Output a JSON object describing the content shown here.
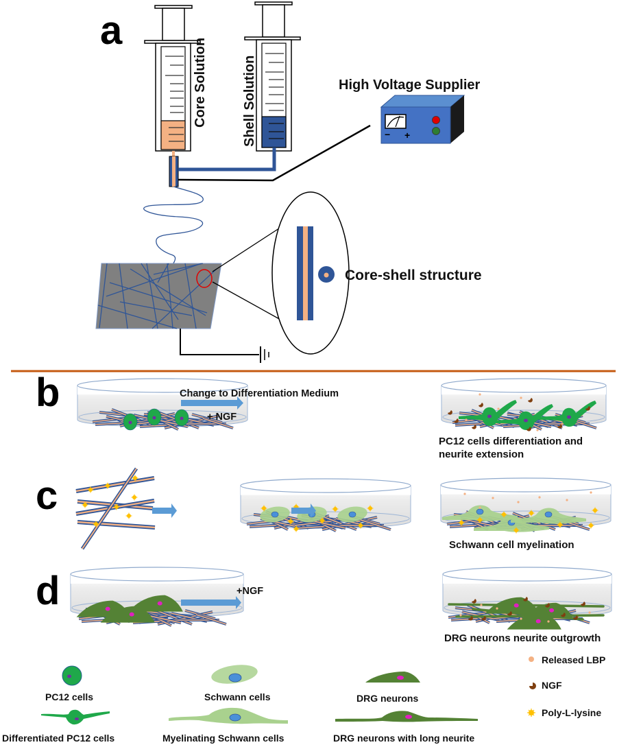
{
  "figure": {
    "panels": {
      "a": "a",
      "b": "b",
      "c": "c",
      "d": "d"
    },
    "colors": {
      "core": "#f4b183",
      "shell": "#2f5597",
      "divider": "#c55a11",
      "fiber_mat": "#7f7f7f",
      "arrow": "#5b9bd5",
      "pc12": "#1fa84a",
      "schwann": "#a9d18e",
      "drg": "#548235",
      "nucleus_pc12": "#7030a0",
      "nucleus_drg": "#e020c0",
      "nucleus_schwann": "#4a90d9",
      "ngf": "#7f3f10",
      "lbp": "#f4b183",
      "pll": "#ffc000",
      "supplier": "#4472c4",
      "led_red": "#e00000",
      "led_green": "#2e7d32"
    },
    "panel_a": {
      "core_syringe_label": "Core Solution",
      "shell_syringe_label": "Shell Solution",
      "supplier_label": "High Voltage Supplier",
      "meter_minus": "−",
      "meter_plus": "+",
      "magnified_label": "Core-shell structure"
    },
    "panel_b": {
      "arrow_top": "Change to Differentiation Medium",
      "arrow_bottom": "+ NGF",
      "result_line1": "PC12 cells differentiation and",
      "result_line2": "neurite extension"
    },
    "panel_c": {
      "result": "Schwann cell myelination"
    },
    "panel_d": {
      "arrow_top": "+NGF",
      "result": "DRG neurons neurite outgrowth"
    },
    "legend": {
      "pc12": "PC12 cells",
      "diff_pc12": "Differentiated PC12 cells",
      "schwann": "Schwann cells",
      "myel_schwann": "Myelinating Schwann cells",
      "drg": "DRG neurons",
      "drg_long": "DRG neurons with  long neurite",
      "lbp": "Released LBP",
      "ngf": "NGF",
      "pll": "Poly-L-lysine"
    }
  }
}
